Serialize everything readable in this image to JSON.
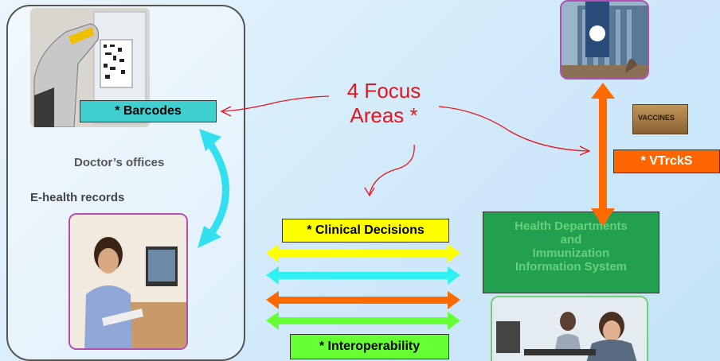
{
  "labels": {
    "barcodes": "* Barcodes",
    "doctors_offices": "Doctor’s offices",
    "ehealth_records": "E-health records",
    "focus_line1": "4 Focus",
    "focus_line2": "Areas *",
    "clinical_decisions": "* Clinical Decisions",
    "interoperability": "* Interoperability",
    "vtrcks": "* VTrckS",
    "health_dept_line1": "Health Departments",
    "health_dept_line2": "and",
    "health_dept_line3": "Immunization",
    "health_dept_line4": "Information System",
    "vaccines_box": "VACCINES"
  },
  "colors": {
    "barcodes_bg": "#3fcfcf",
    "clinical_bg": "#ffff00",
    "interop_bg": "#66ff33",
    "vtrcks_bg": "#ff6600",
    "health_bg": "#22a050",
    "cyan_arrow": "#33e0f0",
    "orange_arrow": "#ff6a00",
    "yellow_arrow": "#ffff00",
    "green_arrow": "#66ff33",
    "focus_text": "#e8141e"
  }
}
